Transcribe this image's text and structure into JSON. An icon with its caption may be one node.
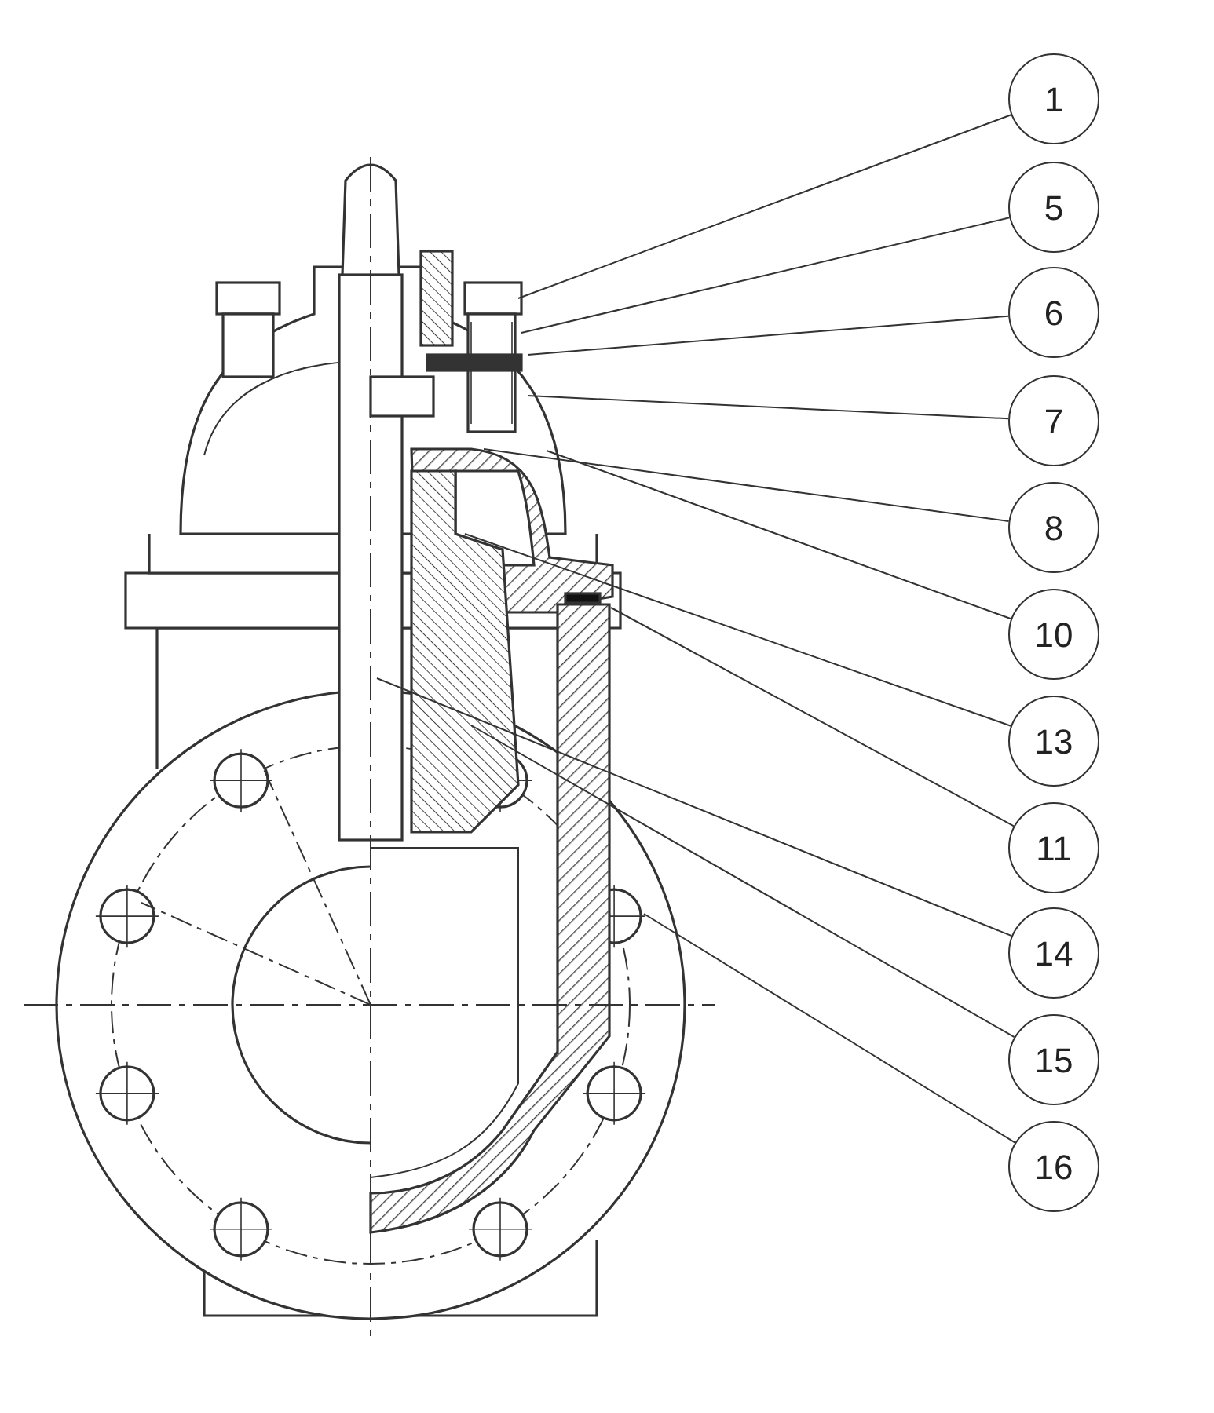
{
  "diagram": {
    "nodes": [
      {
        "text": [
          "1"
        ]
      },
      {
        "text": [
          "5"
        ]
      },
      {
        "text": [
          "6"
        ]
      },
      {
        "text": [
          "7"
        ]
      },
      {
        "text": [
          "8"
        ]
      },
      {
        "text": [
          "10"
        ]
      },
      {
        "text": [
          "13"
        ]
      },
      {
        "text": [
          "11"
        ]
      },
      {
        "text": [
          "14"
        ]
      },
      {
        "text": [
          "15"
        ]
      },
      {
        "text": [
          "16"
        ]
      }
    ],
    "edges": [
      {
        "from": 0,
        "to": null,
        "arrow": "none"
      },
      {
        "from": 1,
        "to": null,
        "arrow": "none"
      },
      {
        "from": 2,
        "to": null,
        "arrow": "none"
      },
      {
        "from": 3,
        "to": null,
        "arrow": "none"
      },
      {
        "from": 4,
        "to": null,
        "arrow": "none"
      },
      {
        "from": 5,
        "to": null,
        "arrow": "none"
      },
      {
        "from": 6,
        "to": null,
        "arrow": "none"
      },
      {
        "from": 7,
        "to": null,
        "arrow": "none"
      },
      {
        "from": 8,
        "to": null,
        "arrow": "none"
      },
      {
        "from": 9,
        "to": null,
        "arrow": "none"
      },
      {
        "from": 10,
        "to": null,
        "arrow": "none"
      }
    ]
  }
}
